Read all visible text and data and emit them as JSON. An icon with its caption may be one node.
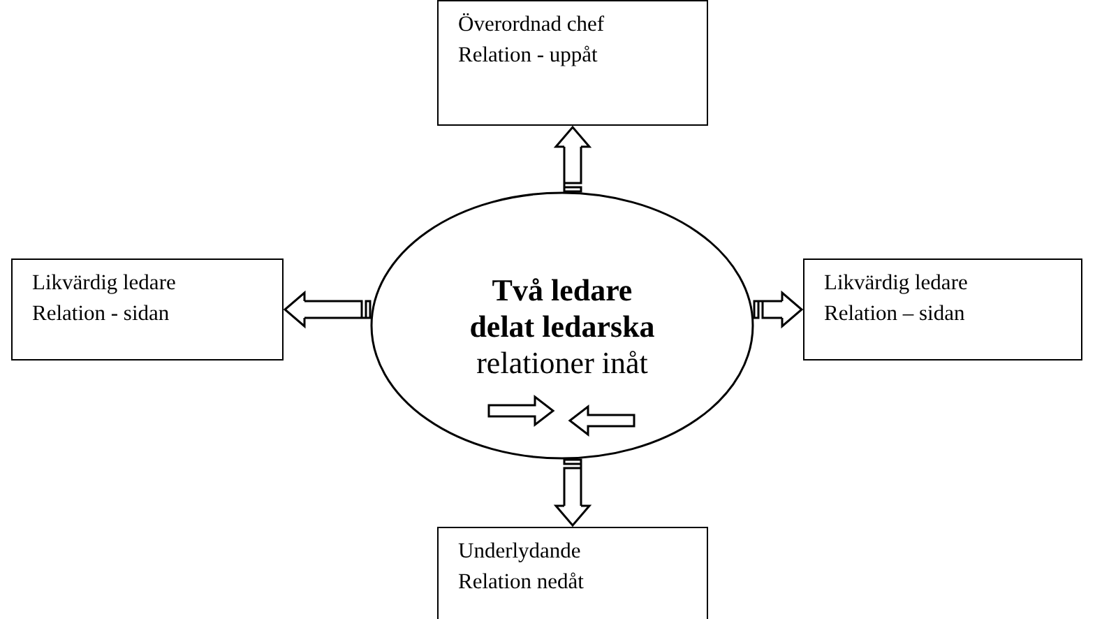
{
  "diagram": {
    "nodes": [
      {
        "text": [
          "Överordnad chef Relation - uppåt"
        ]
      },
      {
        "text": [
          "Likvärdig ledare Relation - sidan"
        ]
      },
      {
        "text": [
          "Två ledare delat ledarska",
          "relationer inåt"
        ]
      },
      {
        "text": [
          "Likvärdig ledare Relation – sidan"
        ]
      },
      {
        "text": [
          "Underlydande Relation nedåt"
        ]
      }
    ],
    "edges": [
      {
        "from": 2,
        "to": 0,
        "arrow": "to"
      },
      {
        "from": 2,
        "to": 1,
        "arrow": "to"
      },
      {
        "from": 2,
        "to": 3,
        "arrow": "to"
      },
      {
        "from": 2,
        "to": 4,
        "arrow": "to"
      }
    ]
  }
}
